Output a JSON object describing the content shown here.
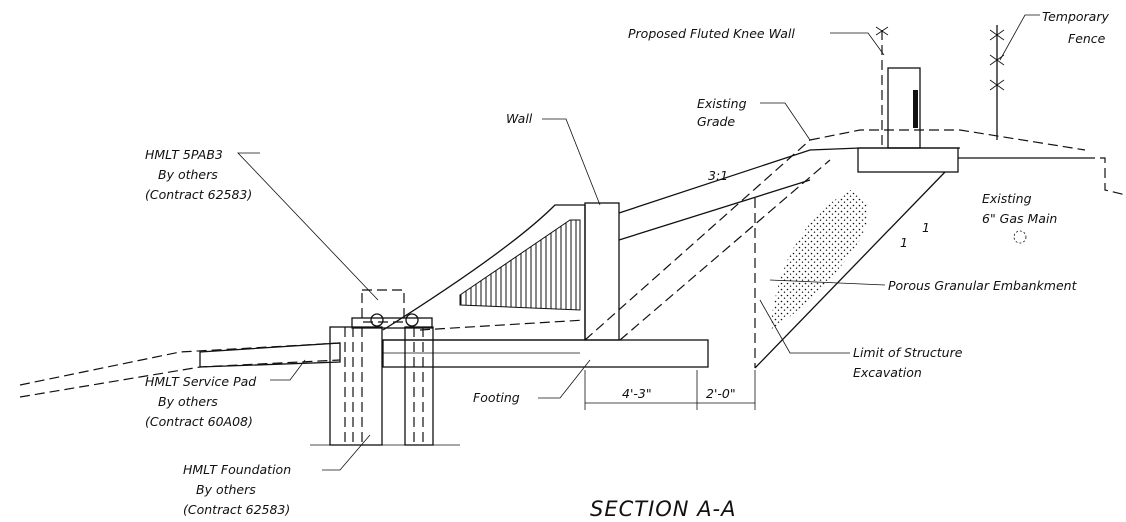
{
  "title": "SECTION A-A",
  "labels": {
    "knee_wall": "Proposed Fluted Knee Wall",
    "temporary": "Temporary",
    "fence": "Fence",
    "existing": "Existing",
    "grade": "Grade",
    "wall": "Wall",
    "slope": "3:1",
    "hmlt_5pab3": "HMLT 5PAB3",
    "by_others_1": "By others",
    "contract_1": "(Contract 62583)",
    "existing_gas": "Existing",
    "gas_main": "6\" Gas Main",
    "slope_one_a": "1",
    "slope_one_b": "1",
    "porous": "Porous Granular Embankment",
    "limit": "Limit of Structure",
    "excavation": "Excavation",
    "service_pad": "HMLT Service Pad",
    "by_others_2": "By others",
    "contract_2": "(Contract 60A08)",
    "footing": "Footing",
    "foundation": "HMLT Foundation",
    "by_others_3": "By others",
    "contract_3": "(Contract 62583)"
  },
  "dimensions": {
    "d1": "4'-3\"",
    "d2": "2'-0\""
  }
}
